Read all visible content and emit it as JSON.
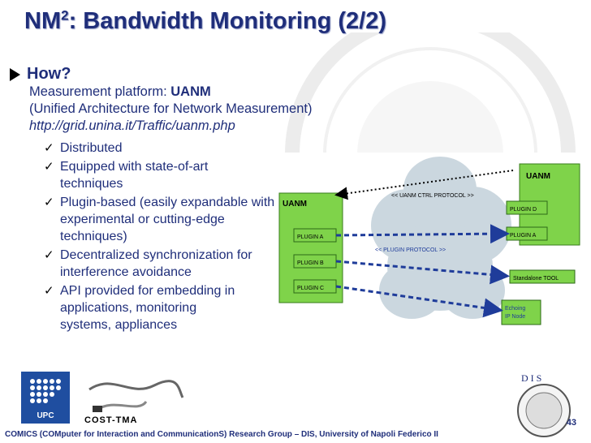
{
  "slide": {
    "title_main": "NM",
    "title_sup": "2",
    "title_rest": ": Bandwidth Monitoring (2/2)",
    "how_label": "How?",
    "platform_label": "Measurement platform: ",
    "platform_name": "UANM",
    "platform_desc": "(Unified Architecture for Network Measurement)",
    "url": "http://grid.unina.it/Traffic/uanm.php",
    "bullets": [
      "Distributed",
      "Equipped with state-of-art techniques",
      "Plugin-based (easily expandable with experimental or cutting-edge techniques)",
      "Decentralized synchronization for interference avoidance",
      "API provided for embedding in applications, monitoring systems, appliances"
    ],
    "footer": "COMICS (COMputer for Interaction and CommunicationS) Research Group – DIS, University of Napoli Federico II",
    "page_number": "43"
  },
  "diagram": {
    "left_node": "UANM",
    "left_plugins": [
      "PLUGIN A",
      "PLUGIN B",
      "PLUGIN C"
    ],
    "right_node": "UANM",
    "right_plugins": [
      "PLUGIN D",
      "PLUGIN A"
    ],
    "ctrl_protocol": "<< UANM CTRL PROTOCOL >>",
    "plugin_protocol": "<< PLUGIN PROTOCOL >>",
    "standalone": "Standalone TOOL",
    "echoing_line1": "Echoing",
    "echoing_line2": "IP Node"
  },
  "logos": {
    "upc": "UPC",
    "cost": "COST-TMA",
    "dis": "D I S"
  },
  "colors": {
    "title": "#1f2e7a",
    "box_green": "#7fd34a",
    "arrow_blue": "#1f3c9a",
    "cloud": "#cbd7df"
  }
}
